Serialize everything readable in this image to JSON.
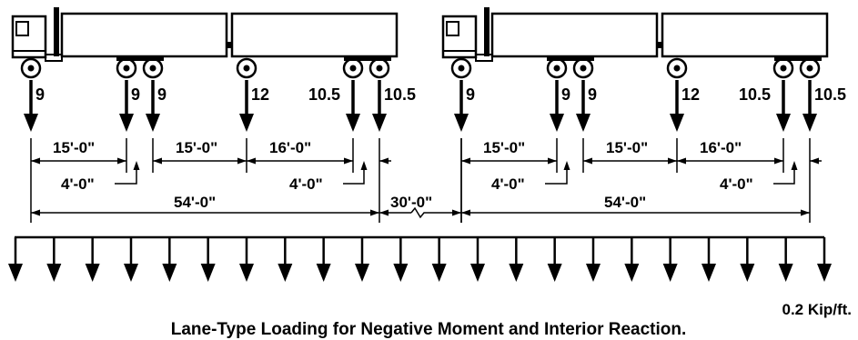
{
  "title": "Lane-Type Loading for Negative Moment and Interior Reaction.",
  "uniform_load": {
    "label": "0.2 Kip/ft."
  },
  "truck_trains": [
    {
      "axle_loads": [
        "9",
        "9",
        "9",
        "12",
        "10.5",
        "10.5"
      ],
      "dimensions": {
        "d1": "15'-0\"",
        "d2": "15'-0\"",
        "d3": "16'-0\"",
        "d4": "4'-0\"",
        "d5": "4'-0\"",
        "overall": "54'-0\""
      }
    },
    {
      "axle_loads": [
        "9",
        "9",
        "9",
        "12",
        "10.5",
        "10.5"
      ],
      "dimensions": {
        "d1": "15'-0\"",
        "d2": "15'-0\"",
        "d3": "16'-0\"",
        "d4": "4'-0\"",
        "d5": "4'-0\"",
        "overall": "54'-0\""
      }
    }
  ],
  "gap": {
    "label": "30'-0\""
  }
}
